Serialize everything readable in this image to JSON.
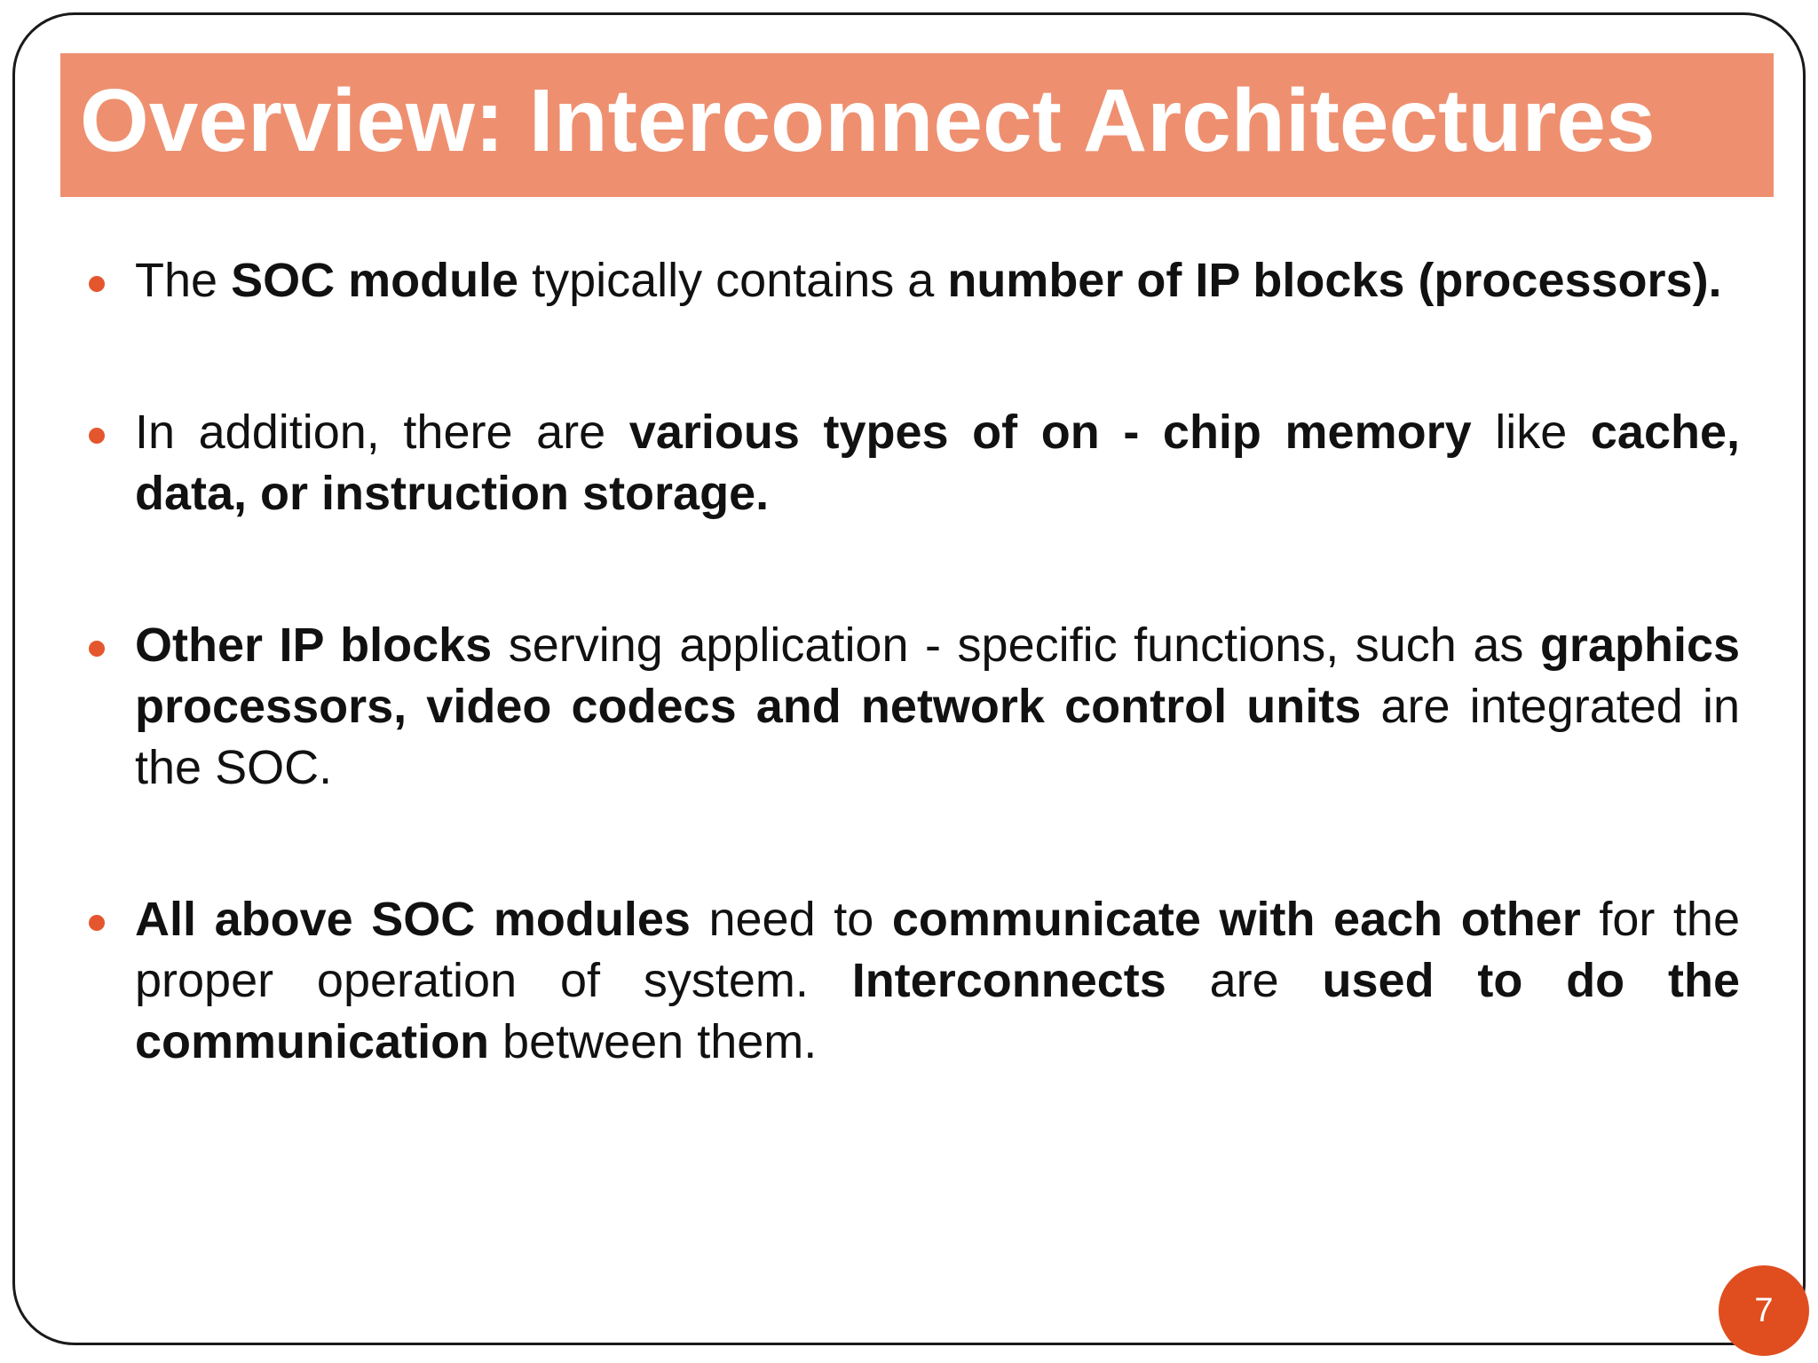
{
  "slide": {
    "title": "Overview: Interconnect Architectures",
    "page_number": "7",
    "accent_color": "#ee9070",
    "bullet_color": "#e4572e",
    "badge_color": "#e04e20",
    "bullets": [
      {
        "segments": [
          {
            "text": "The ",
            "bold": false
          },
          {
            "text": "SOC module",
            "bold": true
          },
          {
            "text": " typically contains a ",
            "bold": false
          },
          {
            "text": "number of IP blocks (processors).",
            "bold": true
          }
        ]
      },
      {
        "segments": [
          {
            "text": "In addition, there are ",
            "bold": false
          },
          {
            "text": "various types of on - chip memory",
            "bold": true
          },
          {
            "text": " like ",
            "bold": false
          },
          {
            "text": "cache, data, or instruction storage.",
            "bold": true
          }
        ]
      },
      {
        "segments": [
          {
            "text": "Other IP blocks",
            "bold": true
          },
          {
            "text": " serving application - specific functions, such as ",
            "bold": false
          },
          {
            "text": "graphics processors, video codecs and network control units",
            "bold": true
          },
          {
            "text": " are integrated in the SOC.",
            "bold": false
          }
        ]
      },
      {
        "segments": [
          {
            "text": "All above SOC modules",
            "bold": true
          },
          {
            "text": " need to ",
            "bold": false
          },
          {
            "text": "communicate with each other",
            "bold": true
          },
          {
            "text": " for the proper operation of system. ",
            "bold": false
          },
          {
            "text": "Interconnects",
            "bold": true
          },
          {
            "text": " are ",
            "bold": false
          },
          {
            "text": "used to do the communication",
            "bold": true
          },
          {
            "text": " between them.",
            "bold": false
          }
        ]
      }
    ]
  }
}
